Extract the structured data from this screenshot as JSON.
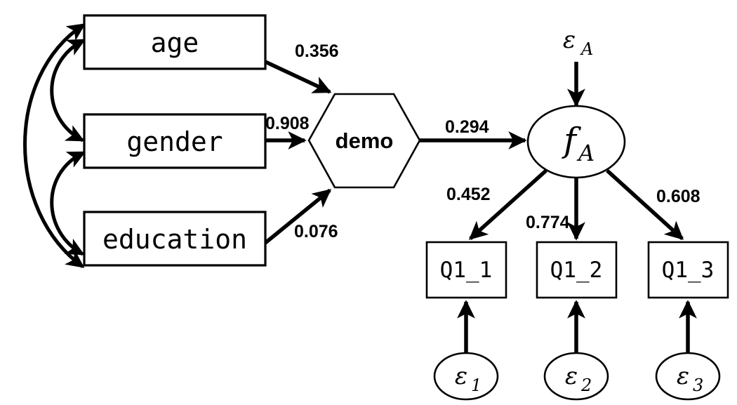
{
  "diagram": {
    "type": "structural-equation-model-path-diagram",
    "background_color": "#ffffff",
    "stroke_color": "#000000"
  },
  "observed_predictors": [
    {
      "id": "age",
      "label": "age"
    },
    {
      "id": "gender",
      "label": "gender"
    },
    {
      "id": "education",
      "label": "education"
    }
  ],
  "composite": {
    "id": "demo",
    "label": "demo",
    "shape": "hexagon"
  },
  "latent_factor": {
    "id": "fA",
    "label": "f",
    "subscript": "A",
    "shape": "ellipse"
  },
  "factor_disturbance": {
    "id": "epsA",
    "label": "ε",
    "subscript": "A"
  },
  "indicators": [
    {
      "id": "q1_1",
      "label": "Q1_1"
    },
    {
      "id": "q1_2",
      "label": "Q1_2"
    },
    {
      "id": "q1_3",
      "label": "Q1_3"
    }
  ],
  "indicator_errors": [
    {
      "id": "eps1",
      "label": "ε",
      "subscript": "1"
    },
    {
      "id": "eps2",
      "label": "ε",
      "subscript": "2"
    },
    {
      "id": "eps3",
      "label": "ε",
      "subscript": "3"
    }
  ],
  "paths": [
    {
      "id": "age-to-demo",
      "from": "age",
      "to": "demo",
      "coefficient": "0.356"
    },
    {
      "id": "gender-to-demo",
      "from": "gender",
      "to": "demo",
      "coefficient": "0.908"
    },
    {
      "id": "education-to-demo",
      "from": "education",
      "to": "demo",
      "coefficient": "0.076"
    },
    {
      "id": "demo-to-fA",
      "from": "demo",
      "to": "fA",
      "coefficient": "0.294"
    },
    {
      "id": "fA-to-q1_1",
      "from": "fA",
      "to": "q1_1",
      "coefficient": "0.452"
    },
    {
      "id": "fA-to-q1_2",
      "from": "fA",
      "to": "q1_2",
      "coefficient": "0.774"
    },
    {
      "id": "fA-to-q1_3",
      "from": "fA",
      "to": "q1_3",
      "coefficient": "0.608"
    }
  ],
  "covariances": [
    {
      "id": "cov-age-gender",
      "between": [
        "age",
        "gender"
      ],
      "coefficient": ""
    },
    {
      "id": "cov-gender-education",
      "between": [
        "gender",
        "education"
      ],
      "coefficient": ""
    },
    {
      "id": "cov-age-education",
      "between": [
        "age",
        "education"
      ],
      "coefficient": ""
    }
  ],
  "error_paths": [
    {
      "id": "epsA-to-fA",
      "from": "epsA",
      "to": "fA"
    },
    {
      "id": "eps1-to-q1_1",
      "from": "eps1",
      "to": "q1_1"
    },
    {
      "id": "eps2-to-q1_2",
      "from": "eps2",
      "to": "q1_2"
    },
    {
      "id": "eps3-to-q1_3",
      "from": "eps3",
      "to": "q1_3"
    }
  ]
}
